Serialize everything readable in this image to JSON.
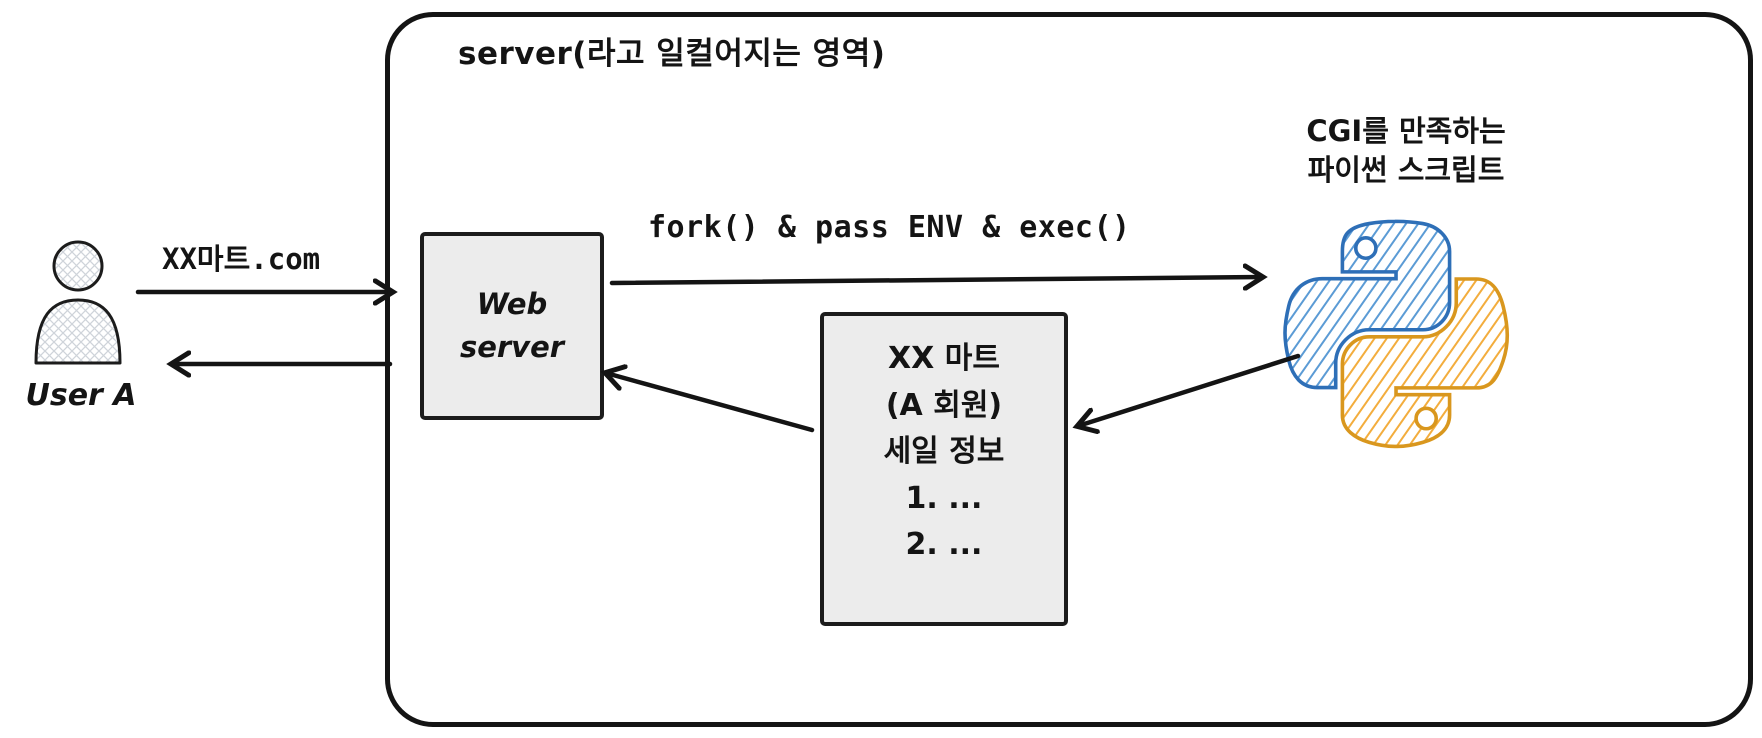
{
  "title": "server(라고 일컬어지는 영역)",
  "user": {
    "label": "User A"
  },
  "arrows": {
    "request": "XX마트.com",
    "fork": "fork() & pass ENV & exec()"
  },
  "web_server": {
    "label": "Web server"
  },
  "python": {
    "caption_line1": "CGI를 만족하는",
    "caption_line2": "파이썬 스크립트"
  },
  "document": {
    "lines": [
      "XX 마트",
      "(A 회원)",
      "세일 정보",
      "1. ...",
      "2. ..."
    ]
  },
  "colors": {
    "stroke": "#141414",
    "box_fill": "#ececec",
    "python_blue": "#5b9bd5",
    "python_blue_outline": "#2e6fb7",
    "python_yellow": "#f3ad3d",
    "python_yellow_outline": "#d9971e"
  }
}
